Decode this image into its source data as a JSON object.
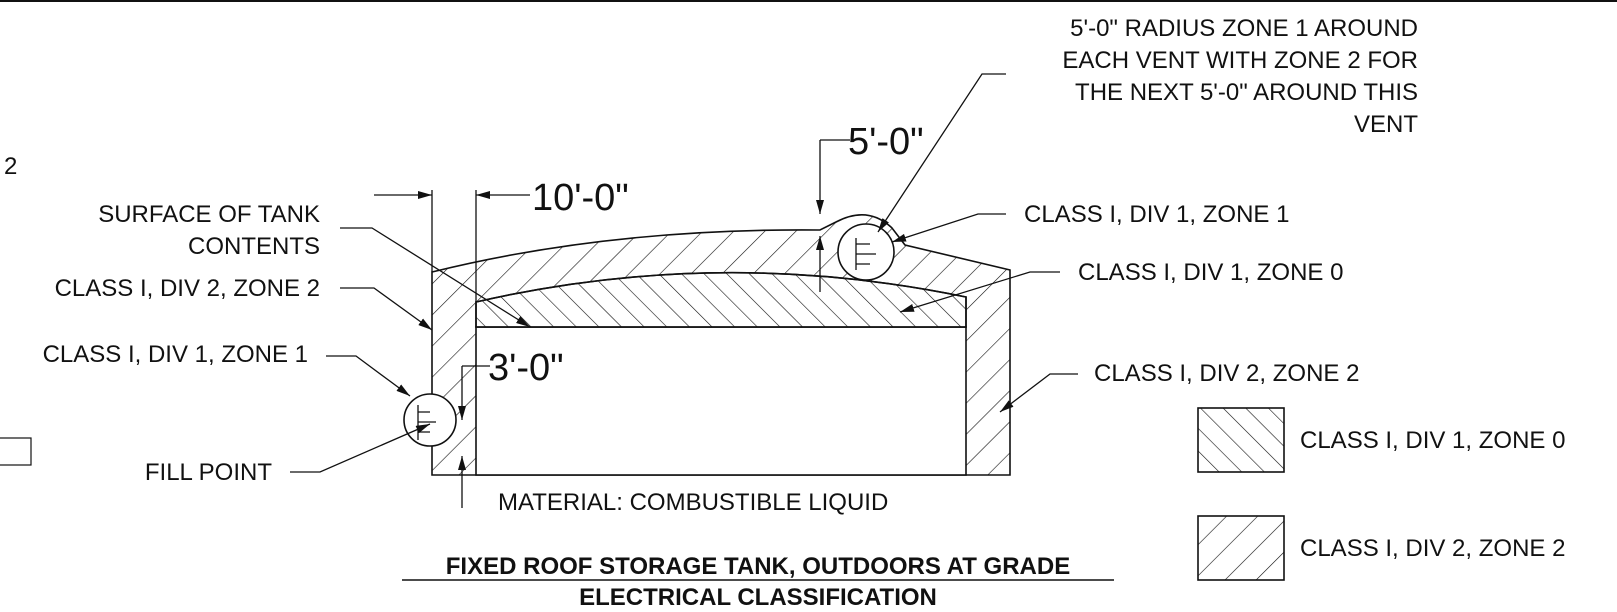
{
  "labels": {
    "sheet_fragment": "2",
    "surface_line1": "SURFACE OF TANK",
    "surface_line2": "CONTENTS",
    "left_div2_zone2": "CLASS I, DIV 2, ZONE 2",
    "left_div1_zone1": "CLASS I, DIV 1, ZONE 1",
    "fill_point": "FILL POINT",
    "material": "MATERIAL: COMBUSTIBLE LIQUID",
    "vent_note_line1": "5'-0\" RADIUS ZONE 1 AROUND",
    "vent_note_line2": "EACH VENT WITH ZONE 2 FOR",
    "vent_note_line3": "THE NEXT 5'-0\" AROUND THIS",
    "vent_note_line4": "VENT",
    "right_div1_zone1": "CLASS I, DIV 1, ZONE 1",
    "right_div1_zone0": "CLASS I, DIV 1, ZONE 0",
    "right_div2_zone2": "CLASS I, DIV 2, ZONE 2"
  },
  "dimensions": {
    "top_offset": "10'-0\"",
    "vent_offset": "5'-0\"",
    "wall_offset": "3'-0\""
  },
  "legend": [
    {
      "label": "CLASS I, DIV 1, ZONE 0"
    },
    {
      "label": "CLASS I, DIV 2, ZONE 2"
    }
  ],
  "title": {
    "line1": "FIXED ROOF STORAGE TANK, OUTDOORS AT GRADE",
    "line2": "ELECTRICAL CLASSIFICATION"
  },
  "colors": {
    "ink": "#111111",
    "background": "#ffffff"
  }
}
